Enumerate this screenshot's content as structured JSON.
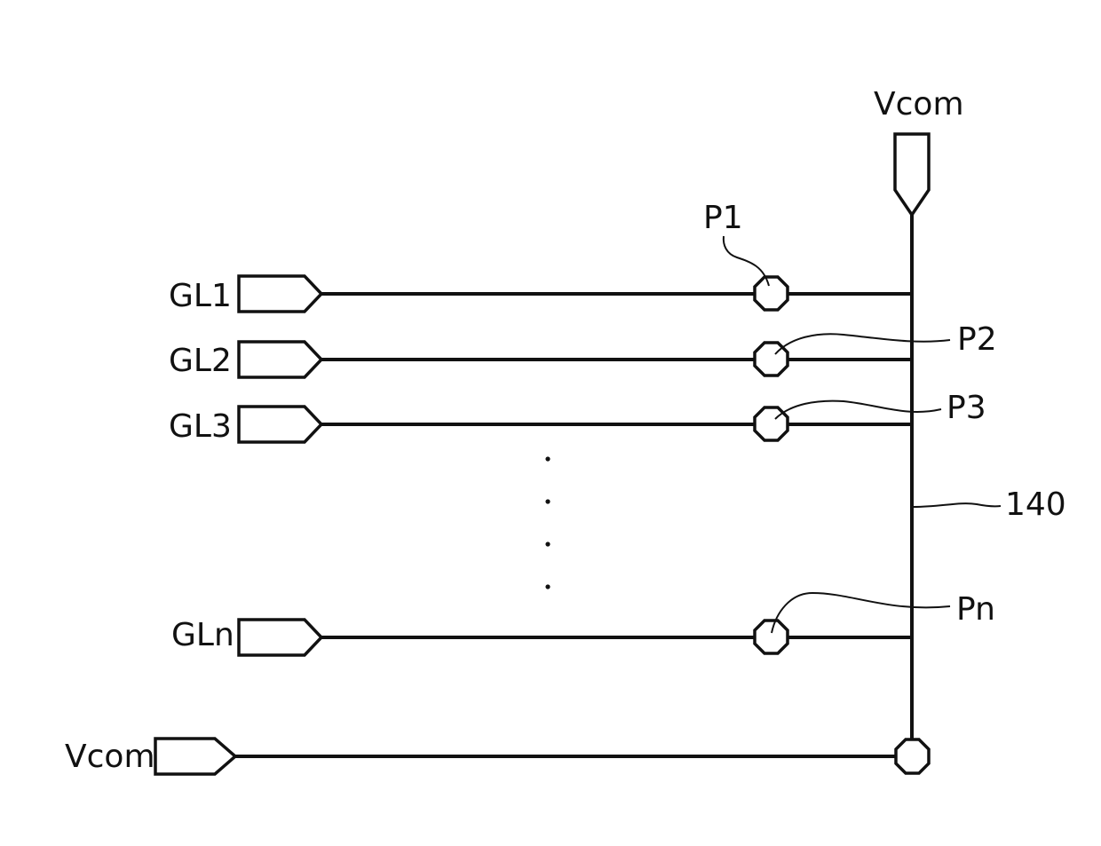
{
  "diagram": {
    "vcom_top_label": "Vcom",
    "vcom_bottom_label": "Vcom",
    "gate_lines": [
      {
        "label": "GL1",
        "pad_label": "P1"
      },
      {
        "label": "GL2",
        "pad_label": "P2"
      },
      {
        "label": "GL3",
        "pad_label": "P3"
      },
      {
        "label": "GLn",
        "pad_label": "Pn"
      }
    ],
    "common_line_label": "140"
  }
}
